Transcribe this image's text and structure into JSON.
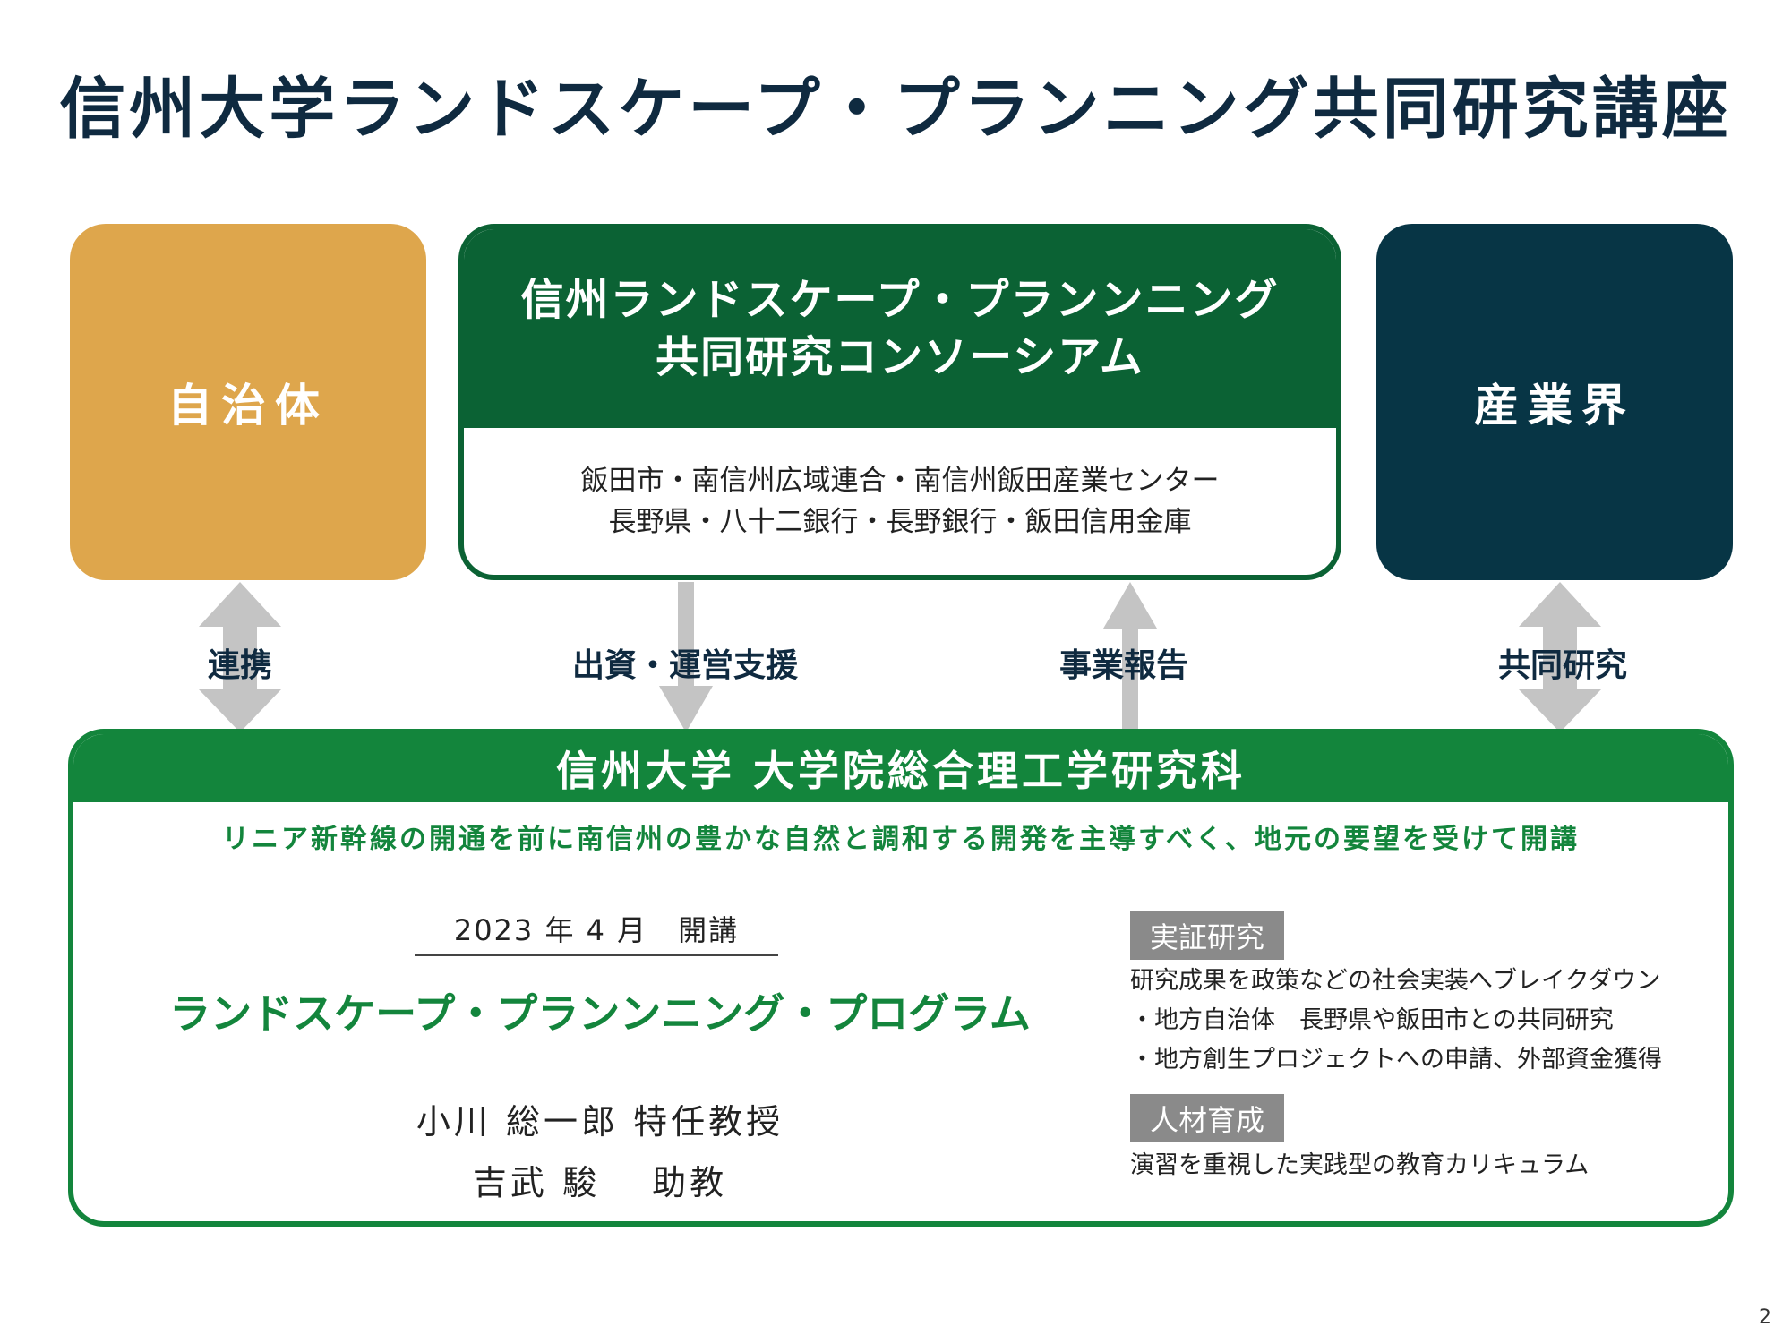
{
  "title": "信州大学ランドスケープ・プランニング共同研究講座",
  "left_box": {
    "label": "自治体",
    "color": "#dea64c"
  },
  "right_box": {
    "label": "産業界",
    "color": "#073545"
  },
  "consortium": {
    "title_line1": "信州ランドスケープ・プランンニング",
    "title_line2": "共同研究コンソーシアム",
    "members_line1": "飯田市・南信州広域連合・南信州飯田産業センター",
    "members_line2": "長野県・八十二銀行・長野銀行・飯田信用金庫",
    "color": "#0b6234"
  },
  "arrows": {
    "renkei": "連携",
    "shisshi": "出資・運営支援",
    "houkoku": "事業報告",
    "kyodo": "共同研究",
    "color": "#c4c4c4"
  },
  "university": {
    "title": "信州大学 大学院総合理工学研究科",
    "subtitle": "リニア新幹線の開通を前に南信州の豊かな自然と調和する開発を主導すべく、地元の要望を受けて開講",
    "opening": "2023 年 4 月　開講",
    "program": "ランドスケープ・プランンニング・プログラム",
    "person1": "小川 総一郎 特任教授",
    "person2": "吉武 駿　 助教",
    "color": "#13853c"
  },
  "research": {
    "tag": "実証研究",
    "line1": "研究成果を政策などの社会実装へブレイクダウン",
    "line2": "・地方自治体　長野県や飯田市との共同研究",
    "line3": "・地方創生プロジェクトへの申請、外部資金獲得"
  },
  "education": {
    "tag": "人材育成",
    "line1": "演習を重視した実践型の教育カリキュラム"
  },
  "page_number": "2"
}
